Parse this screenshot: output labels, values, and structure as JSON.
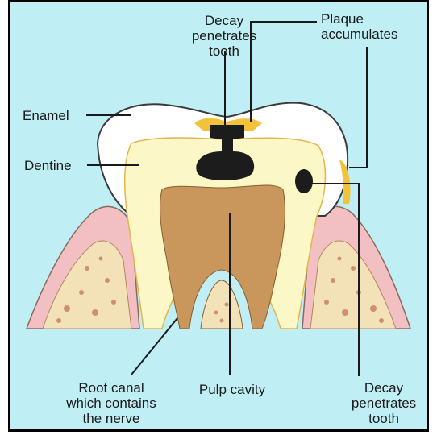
{
  "labels": {
    "decay_top": "Decay\npenetrates\ntooth",
    "plaque": "Plaque\naccumulates",
    "enamel": "Enamel",
    "dentine": "Dentine",
    "root_canal": "Root canal\nwhich contains\nthe nerve",
    "pulp_cavity": "Pulp cavity",
    "decay_side": "Decay\npenetrates\ntooth"
  },
  "colors": {
    "background": "#bfeff5",
    "enamel": "#ffffff",
    "dentine": "#fcf7c6",
    "pulp": "#c9965c",
    "gum": "#f2c0c3",
    "bone": "#f3e2b7",
    "bone_dark": "#cf8f73",
    "plaque": "#f2c23a",
    "decay": "#1c1c1c",
    "outline": "#3a3a3a"
  }
}
